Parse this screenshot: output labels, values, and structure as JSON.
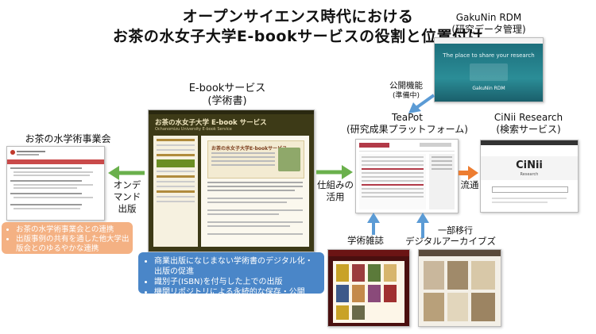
{
  "title": {
    "line1": "オープンサイエンス時代における",
    "line2": "お茶の水女子大学E-bookサービスの役割と位置付け"
  },
  "gakunin": {
    "name": "GakuNin RDM",
    "sub": "(研究データ管理)",
    "screen_text": "The place to share your research",
    "logo_text": "GakuNin RDM"
  },
  "public_function": {
    "label": "公開機能",
    "sub": "(準備中)"
  },
  "ebook": {
    "name": "E-bookサービス",
    "sub": "(学術書)",
    "screen_title": "お茶の水女子大学 E-book サービス",
    "screen_sub": "Ochanomizu University E-book Service",
    "banner": "お茶の水女子大学E-bookサービス"
  },
  "teapot": {
    "name": "TeaPot",
    "sub": "(研究成果プラットフォーム)"
  },
  "cinii": {
    "name": "CiNii Research",
    "sub": "(検索サービス)",
    "logo": "CiNii",
    "logo_sub": "Research"
  },
  "society": {
    "name": "お茶の水学術事業会"
  },
  "ondemand": {
    "line1": "オンデ",
    "line2": "マンド",
    "line3": "出版"
  },
  "shikumi": {
    "line1": "仕組みの",
    "line2": "活用"
  },
  "ryutsu": {
    "label": "流通"
  },
  "journal": {
    "label": "学術雑誌"
  },
  "archive": {
    "label": "デジタルアーカイブズ",
    "migration": "一部移行"
  },
  "orange_callout": {
    "items": [
      "お茶の水学術事業会との連携",
      "出版事例の共有を通した他大学出版会とのゆるやかな連携"
    ]
  },
  "blue_callout": {
    "items": [
      "商業出版になじまない学術書のデジタル化・出版の促進",
      "識別子(ISBN)を付与した上での出版",
      "機関リポジトリによる永続的な保存・公開"
    ]
  },
  "colors": {
    "green_arrow": "#6ab04c",
    "blue_arrow": "#5b9bd5",
    "orange_arrow": "#ed7d31",
    "orange_callout": "#f4b183",
    "blue_callout": "#4a86c8",
    "ebook_bg": "#3d3a17",
    "gakunin_bg": "#1f7b86"
  }
}
